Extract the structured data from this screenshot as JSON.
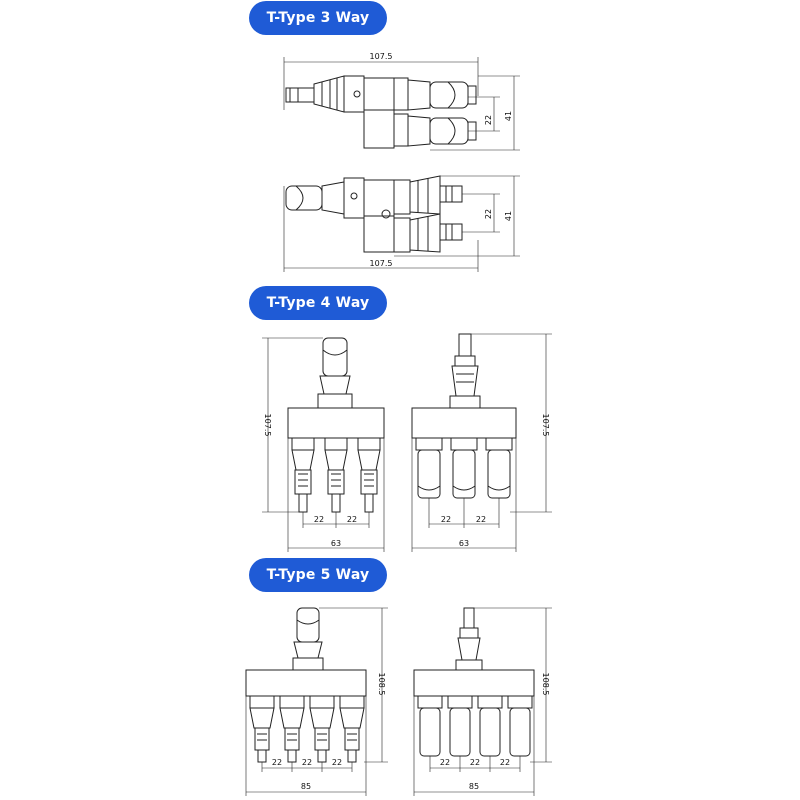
{
  "theme": {
    "accent": "#1f5bd6",
    "line": "#222222",
    "body_fill": "#ffffff"
  },
  "sections": [
    {
      "title": "T-Type 3 Way",
      "top_length": "107.5",
      "top_pitch": "22",
      "top_height": "41",
      "bottom_length": "107.5",
      "bottom_pitch": "22",
      "bottom_height": "41"
    },
    {
      "title": "T-Type 4 Way",
      "left_height": "107.5",
      "left_pitch_a": "22",
      "left_pitch_b": "22",
      "left_width": "63",
      "right_height": "107.5",
      "right_pitch_a": "22",
      "right_pitch_b": "22",
      "right_width": "63"
    },
    {
      "title": "T-Type 5 Way",
      "left_height": "108.5",
      "left_pitches": [
        "22",
        "22",
        "22"
      ],
      "left_width": "85",
      "right_height": "108.5",
      "right_pitches": [
        "22",
        "22",
        "22"
      ],
      "right_width": "85"
    }
  ]
}
